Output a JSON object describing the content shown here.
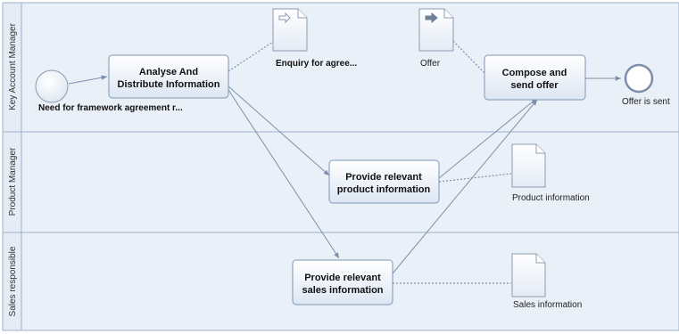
{
  "lanes": [
    {
      "label": "Key Account Manager"
    },
    {
      "label": "Product Manager"
    },
    {
      "label": "Sales responsible"
    }
  ],
  "tasks": {
    "analyse": [
      "Analyse And",
      "Distribute Information"
    ],
    "compose": [
      "Compose and",
      "send offer"
    ],
    "product": [
      "Provide relevant",
      "product information"
    ],
    "sales": [
      "Provide relevant",
      "sales information"
    ]
  },
  "events": {
    "start_label": "Need for framework agreement r...",
    "end_label": "Offer is sent"
  },
  "documents": {
    "enquiry": "Enquiry for agree...",
    "offer": "Offer",
    "product_info": "Product information",
    "sales_info": "Sales information"
  }
}
